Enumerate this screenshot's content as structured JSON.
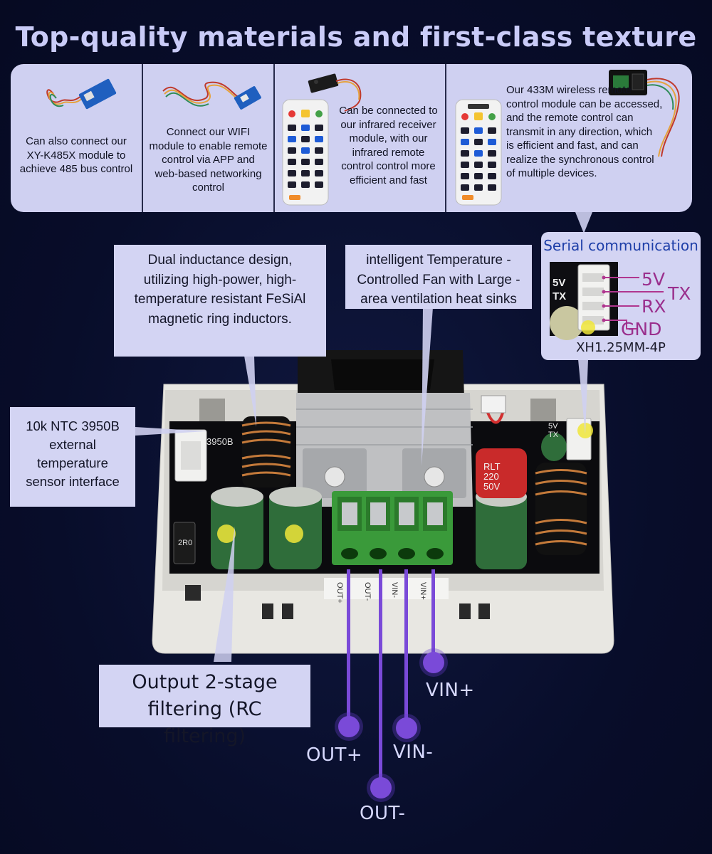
{
  "title": "Top-quality materials and first-class texture",
  "features": [
    {
      "text": "Can also connect our XY-K485X module to achieve 485 bus control",
      "icon": "rs485-module-icon"
    },
    {
      "text": "Connect our WIFI module to enable remote control via APP and web-based networking control",
      "icon": "wifi-module-icon"
    },
    {
      "text": "Can be connected to our infrared receiver module, with our infrared remote control control more efficient and fast",
      "icon": "ir-remote-icon"
    },
    {
      "text": "Our 433M wireless remote control module can be accessed, and the remote control can transmit in any direction, which is efficient and fast, and can realize the synchronous control of multiple devices.",
      "icon": "433m-remote-icon"
    }
  ],
  "callouts": {
    "inductance": "Dual inductance design, utilizing high-power, high-temperature resistant FeSiAl magnetic ring inductors.",
    "fan": "intelligent Temperature -Controlled Fan with Large -area ventilation heat sinks",
    "ntc": "10k NTC 3950B external temperature sensor interface",
    "filter": "Output 2-stage filtering (RC filtering)"
  },
  "serial": {
    "title": "Serial communication",
    "pins": [
      "5V",
      "RX",
      "GND",
      "TX"
    ],
    "board_pins": [
      "5V",
      "TX"
    ],
    "connector": "XH1.25MM-4P"
  },
  "board": {
    "ntc_silk": "3950B",
    "resistor": "2R0",
    "cap_marking": [
      "RLT",
      "220",
      "50V"
    ],
    "terminal_labels": [
      "OUT+",
      "OUT-",
      "VIN-",
      "VIN+"
    ],
    "corner_pins": [
      "5V",
      "TX"
    ]
  },
  "pins": {
    "out_plus": "OUT+",
    "out_minus": "OUT-",
    "vin_minus": "VIN-",
    "vin_plus": "VIN+"
  },
  "colors": {
    "background": "#080d2a",
    "panel": "#d3d4f3",
    "accent": "#7a4ad8",
    "serial_wire": "#b0368f"
  }
}
